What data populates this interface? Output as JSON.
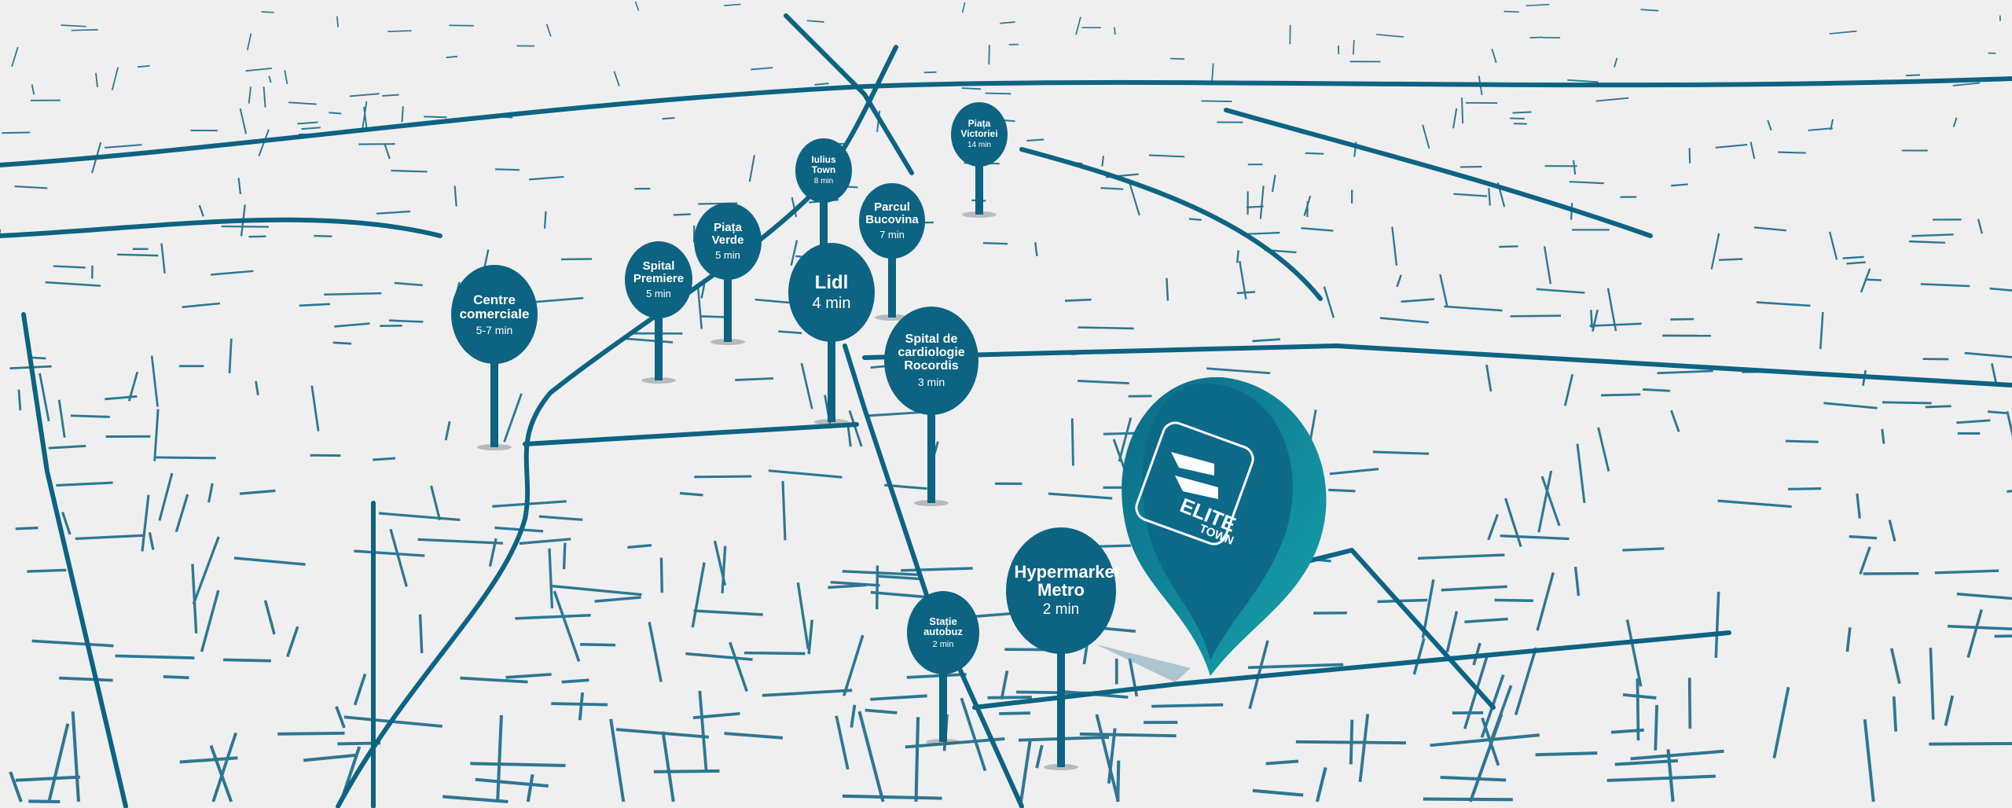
{
  "colors": {
    "road": "#0d6382",
    "ground": "#efefef",
    "pin": "#0d6382",
    "elite_pin": "#1795a5"
  },
  "pins": [
    {
      "id": "piata-victoriei",
      "name": "Piața Victoriei",
      "time": "14 min"
    },
    {
      "id": "iulius-town",
      "name": "Iulius Town",
      "time": "8 min"
    },
    {
      "id": "parcul-bucovina",
      "name": "Parcul Bucovina",
      "time": "7 min"
    },
    {
      "id": "piata-verde",
      "name": "Piața Verde",
      "time": "5 min"
    },
    {
      "id": "spital-premiere",
      "name": "Spital Premiere",
      "time": "5 min"
    },
    {
      "id": "centre-comerciale",
      "name": "Centre comerciale",
      "time": "5-7 min"
    },
    {
      "id": "lidl",
      "name": "Lidl",
      "time": "4 min"
    },
    {
      "id": "spital-cardiologie",
      "name": "Spital de cardiologie Rocordis",
      "time": "3 min"
    },
    {
      "id": "statie-autobuz",
      "name": "Stație autobuz",
      "time": "2 min"
    },
    {
      "id": "hypermarket-metro",
      "name": "Hypermarket Metro",
      "time": "2 min"
    }
  ],
  "logo": {
    "line1": "ELITE",
    "line2": "TOWN"
  }
}
